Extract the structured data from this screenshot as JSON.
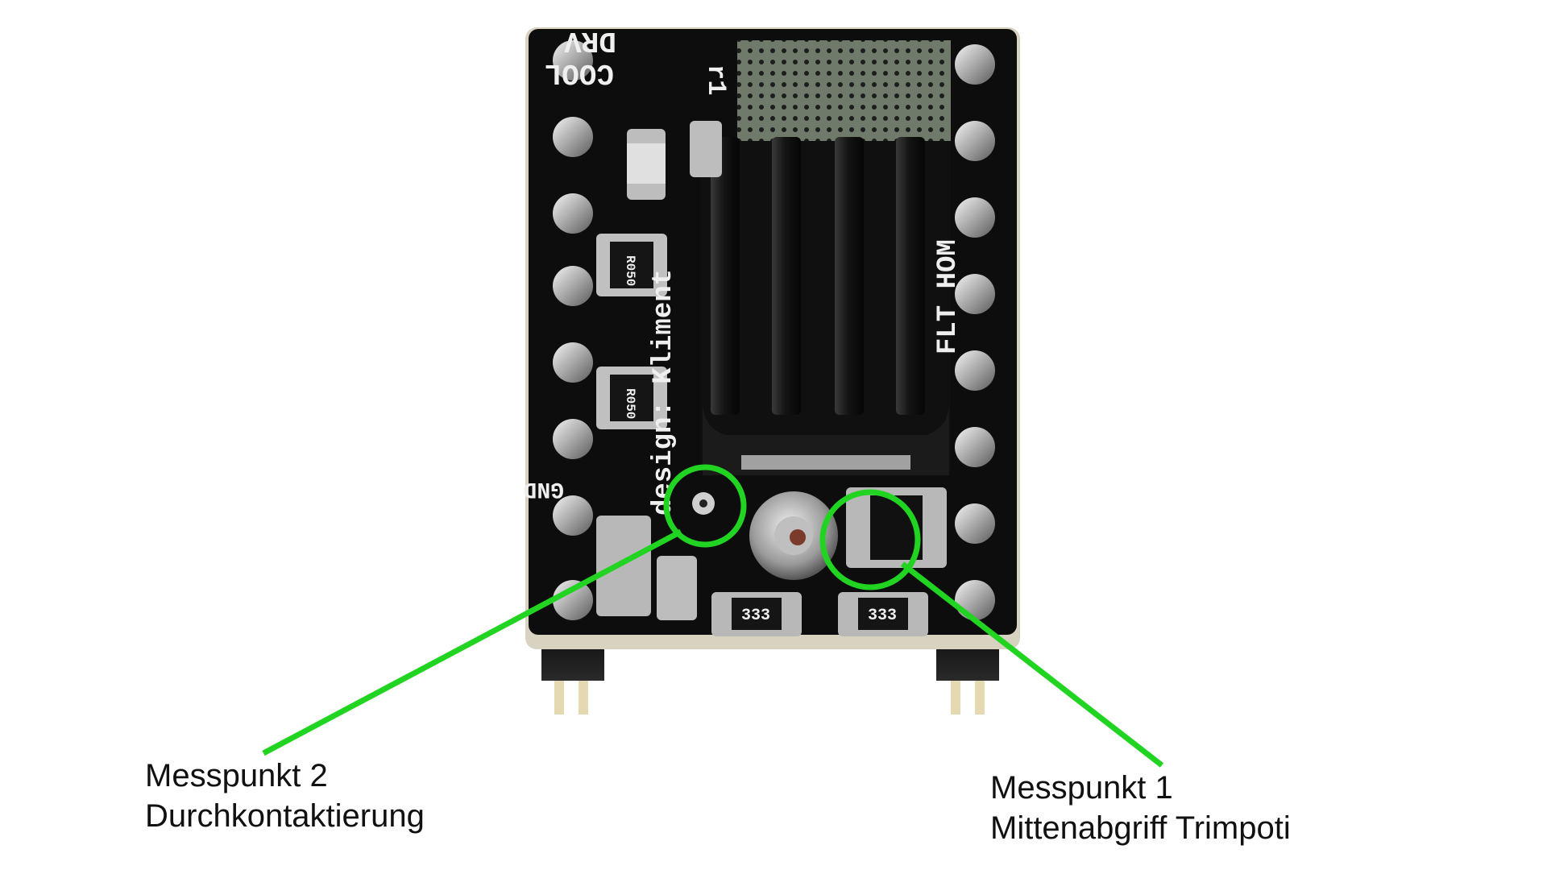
{
  "colors": {
    "annotation": "#22d422",
    "pcb": "#0d0d0d",
    "board_edge": "#d8d2c0",
    "heatsink": "#161616",
    "solder": "#c9c9c9",
    "silkscreen": "#efefef"
  },
  "silkscreen": {
    "top_label_1": "DRV",
    "top_label_2": "COOL",
    "revision": "r1",
    "side_label": "FLT HOM",
    "designer": "design: Kliment",
    "resistor_code_1": "R050",
    "resistor_code_2": "R050",
    "smd_code_1": "333",
    "smd_code_2": "333",
    "gnd": "GND"
  },
  "annotations": {
    "point_2": {
      "title": "Messpunkt 2",
      "description": "Durchkontaktierung"
    },
    "point_1": {
      "title": "Messpunkt 1",
      "description": "Mittenabgriff Trimpoti"
    }
  }
}
